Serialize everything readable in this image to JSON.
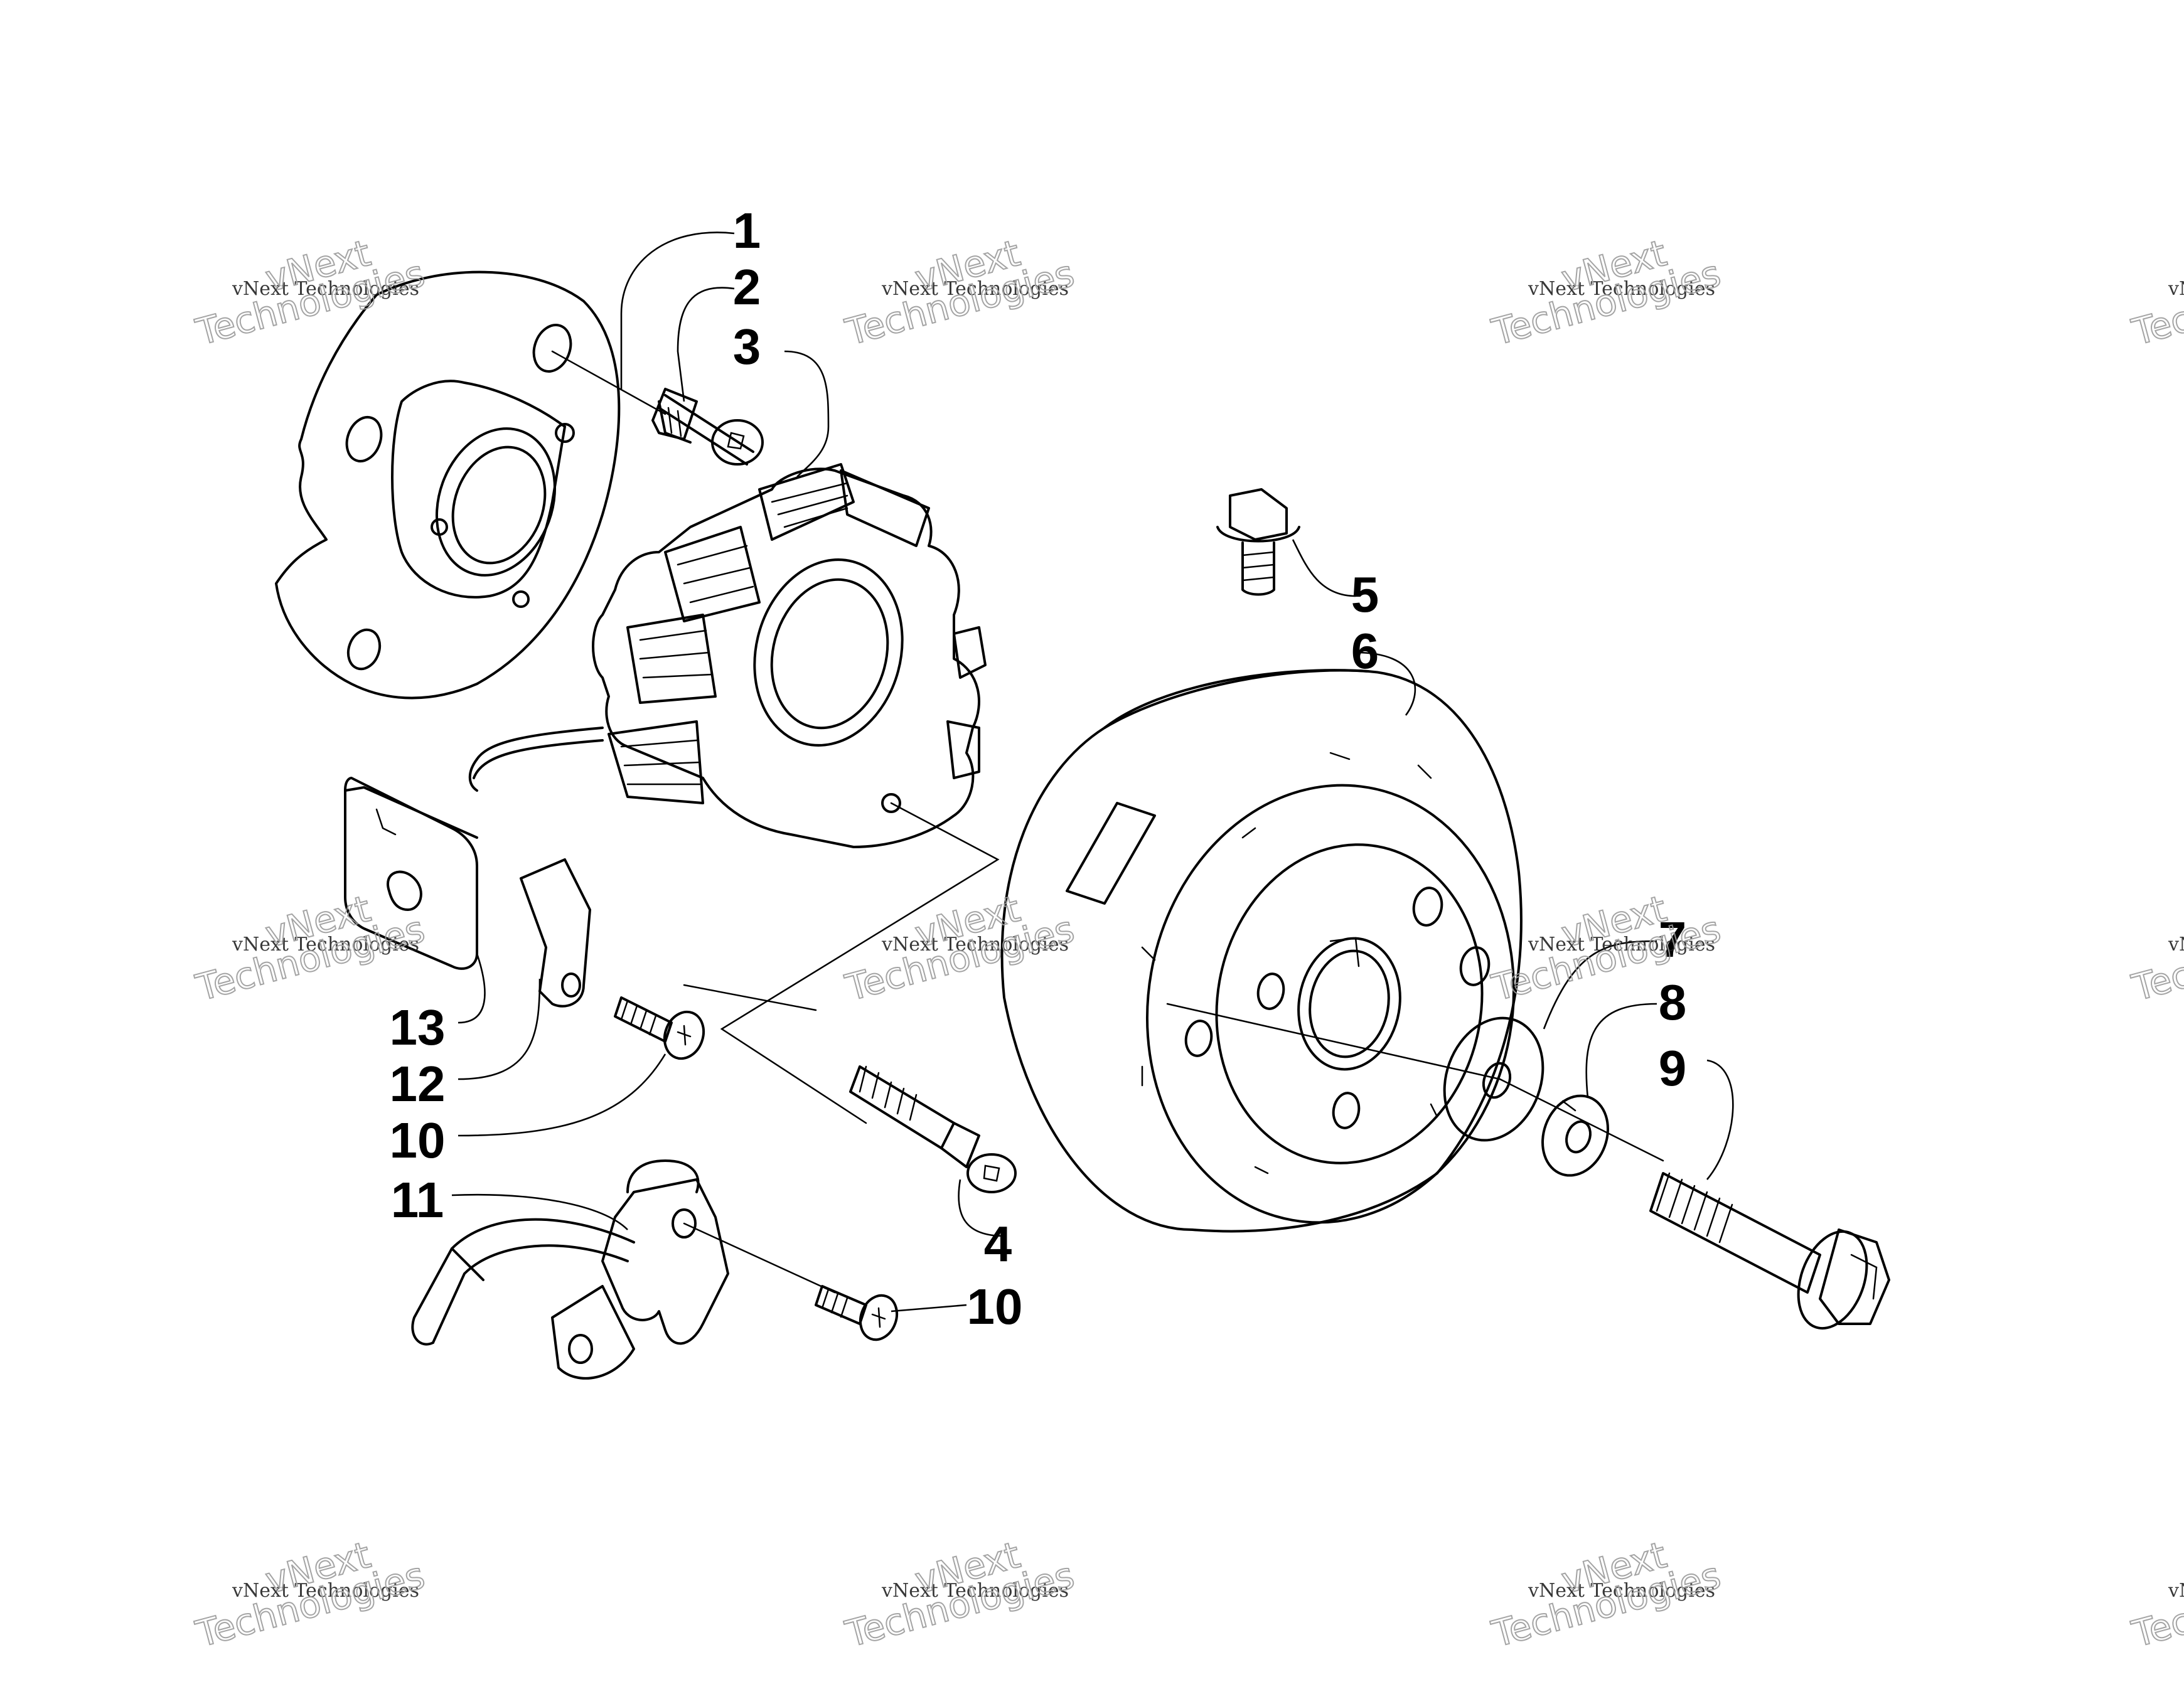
{
  "callouts": [
    "1",
    "2",
    "3",
    "4",
    "5",
    "6",
    "7",
    "8",
    "9",
    "10",
    "11",
    "12",
    "13",
    "10"
  ],
  "watermark": {
    "line1": "vNext Technologies",
    "big1": "vNext",
    "big2": "Technologies"
  },
  "colors": {
    "ink": "#000000",
    "background": "#ffffff",
    "watermark": "#9a9a9a"
  }
}
